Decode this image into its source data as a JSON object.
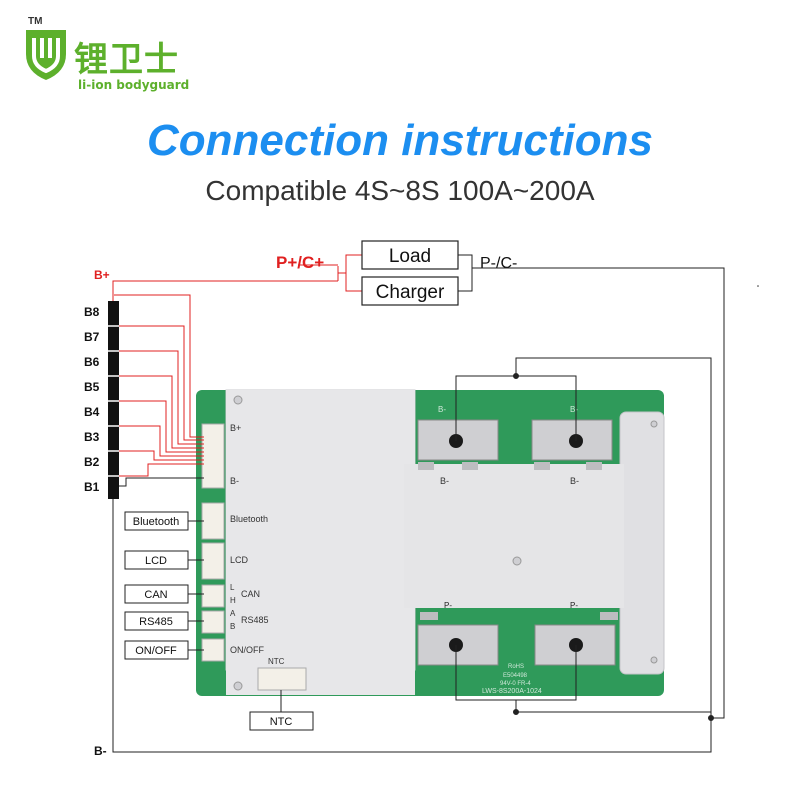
{
  "brand": {
    "name_cn": "锂卫士",
    "name_en": "li-ion bodyguard",
    "tm": "TM"
  },
  "header": {
    "title": "Connection instructions",
    "subtitle": "Compatible 4S~8S 100A~200A"
  },
  "colors": {
    "brand_green": "#5db02c",
    "title_blue": "#1c8ef0",
    "wire_red": "#e02020",
    "board_green": "#2f9a5a"
  },
  "diagram": {
    "pos_label": "P+/C+",
    "neg_label": "P-/C-",
    "load_label": "Load",
    "charger_label": "Charger",
    "battery_pos_label": "B+",
    "battery_neg_label": "B-",
    "cells": [
      "B8",
      "B7",
      "B6",
      "B5",
      "B4",
      "B3",
      "B2",
      "B1"
    ],
    "ports": [
      "Bluetooth",
      "LCD",
      "CAN",
      "RS485",
      "ON/OFF"
    ],
    "ntc_label": "NTC",
    "board": {
      "conn_bplus": "B+",
      "conn_bminus": "B-",
      "bluetooth": "Bluetooth",
      "lcd": "LCD",
      "can": "CAN",
      "can_l": "L",
      "can_h": "H",
      "rs485": "RS485",
      "rs485_a": "A",
      "rs485_b": "B",
      "onoff": "ON/OFF",
      "ntc": "NTC",
      "pad_bminus": "B-",
      "pad_pminus": "P-",
      "model": "LWS-8S200A-1024",
      "rohs": "RoHS",
      "cert": "E504498",
      "rating": "94V-0 FR-4"
    }
  }
}
